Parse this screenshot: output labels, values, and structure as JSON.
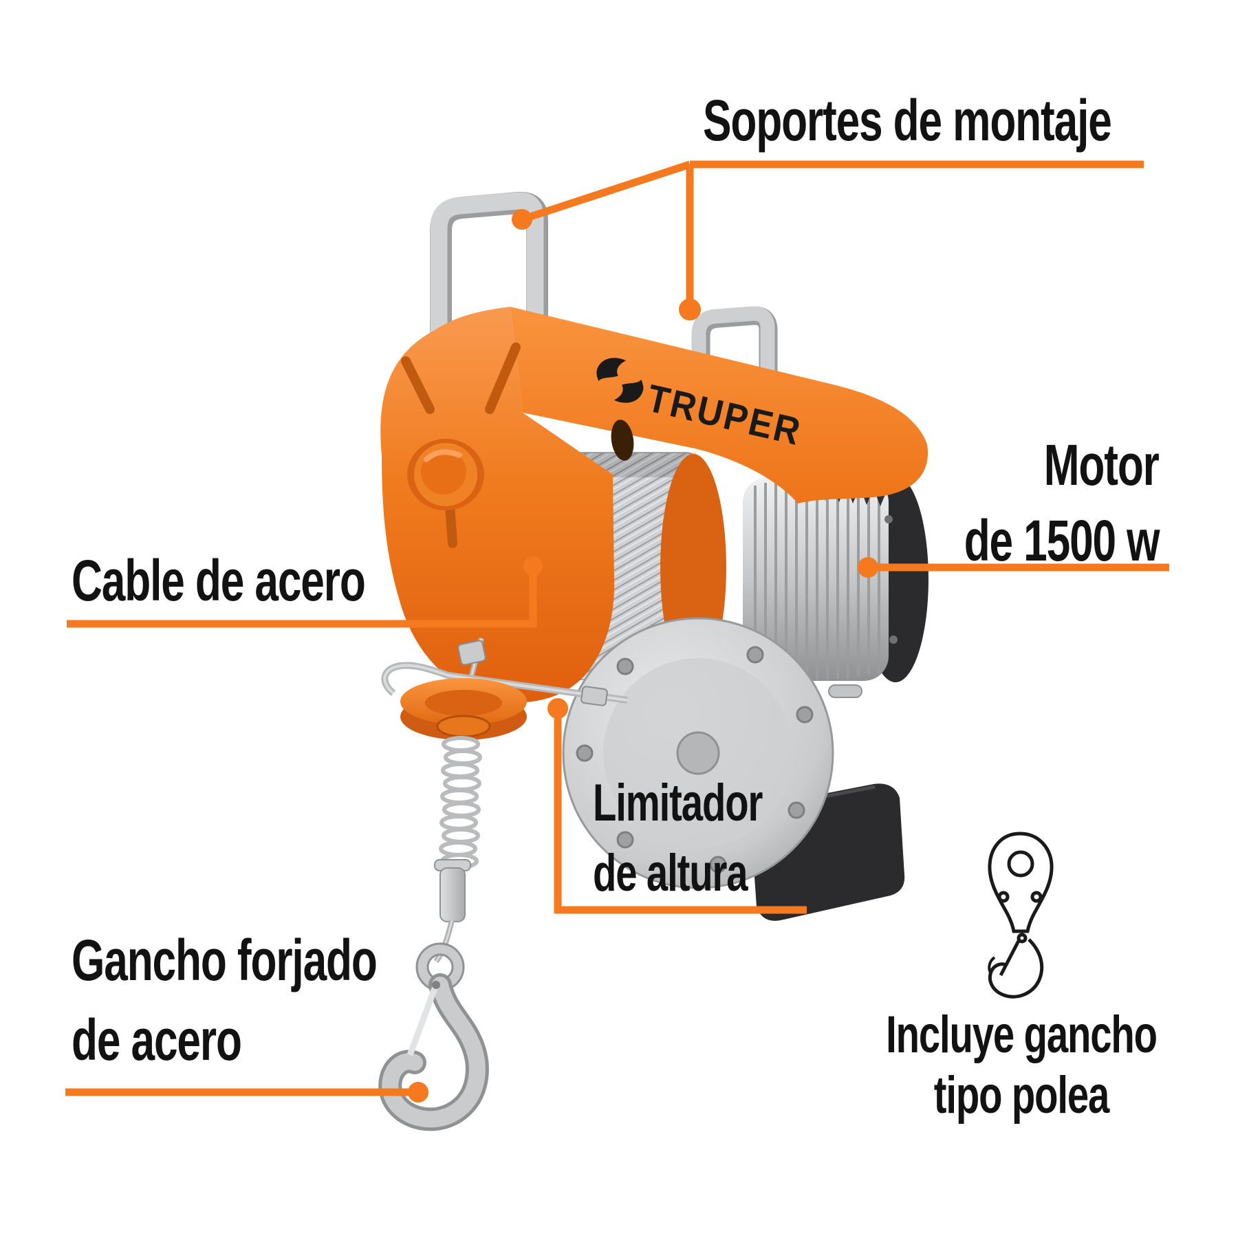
{
  "page": {
    "background": "#ffffff",
    "description": "Truper electric hoist product feature diagram"
  },
  "brand": {
    "name": "TRUPER"
  },
  "colors": {
    "accent_orange": "#F5791E",
    "housing_orange": "#EF7117",
    "housing_orange_dark": "#D96313",
    "metal_silver": "#C9CBCD",
    "dark_parts": "#2B2B2D",
    "label_text": "#121212"
  },
  "labels": {
    "mounting_brackets": {
      "text": "Soportes de montaje"
    },
    "motor": {
      "line1": "Motor",
      "line2": "de 1500 w"
    },
    "steel_cable": {
      "text": "Cable de acero"
    },
    "height_limiter": {
      "line1": "Limitador",
      "line2": "de altura"
    },
    "forged_hook": {
      "line1": "Gancho forjado",
      "line2": "de acero"
    },
    "included_pulley_hook": {
      "line1": "Incluye gancho",
      "line2": "tipo polea"
    }
  },
  "icons": {
    "pulley_hook_icon": "pulley-hook-icon",
    "brand_icon": "truper-logo-icon"
  }
}
